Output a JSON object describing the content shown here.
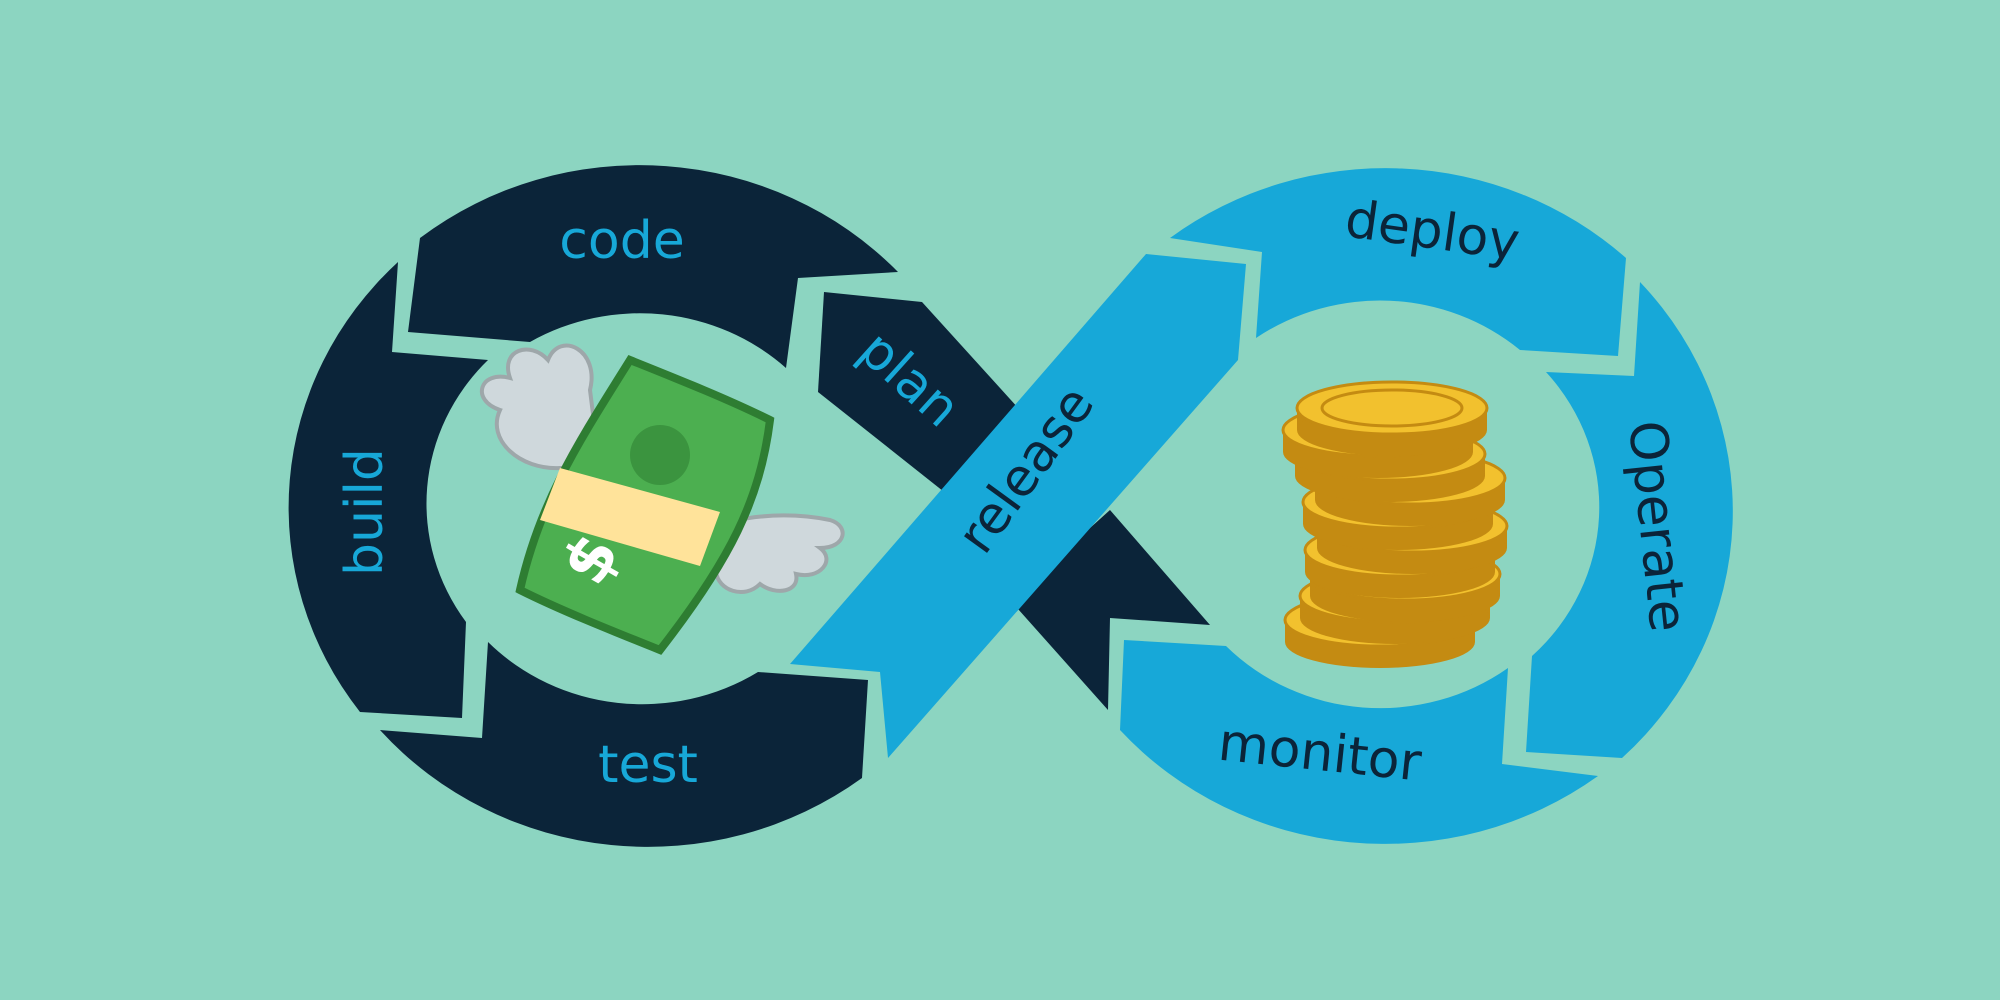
{
  "colors": {
    "background": "#8cd5c1",
    "dev_loop": "#0b2439",
    "ops_loop": "#17a8d8",
    "dev_label": "#17a8d8",
    "ops_label": "#0b2439",
    "release_label": "#0b2439",
    "bill_green": "#4caf50",
    "bill_dark": "#2e7d32",
    "band": "#ffe39a",
    "wing": "#cfd8dc",
    "coin_gold": "#f2c12e",
    "coin_dark": "#c48b12"
  },
  "stages": {
    "code": "code",
    "plan": "plan",
    "release": "release",
    "deploy": "deploy",
    "operate": "Operate",
    "monitor": "monitor",
    "test": "test",
    "build": "build"
  },
  "icons": {
    "left": "flying-money-icon",
    "right": "coin-stack-icon"
  }
}
